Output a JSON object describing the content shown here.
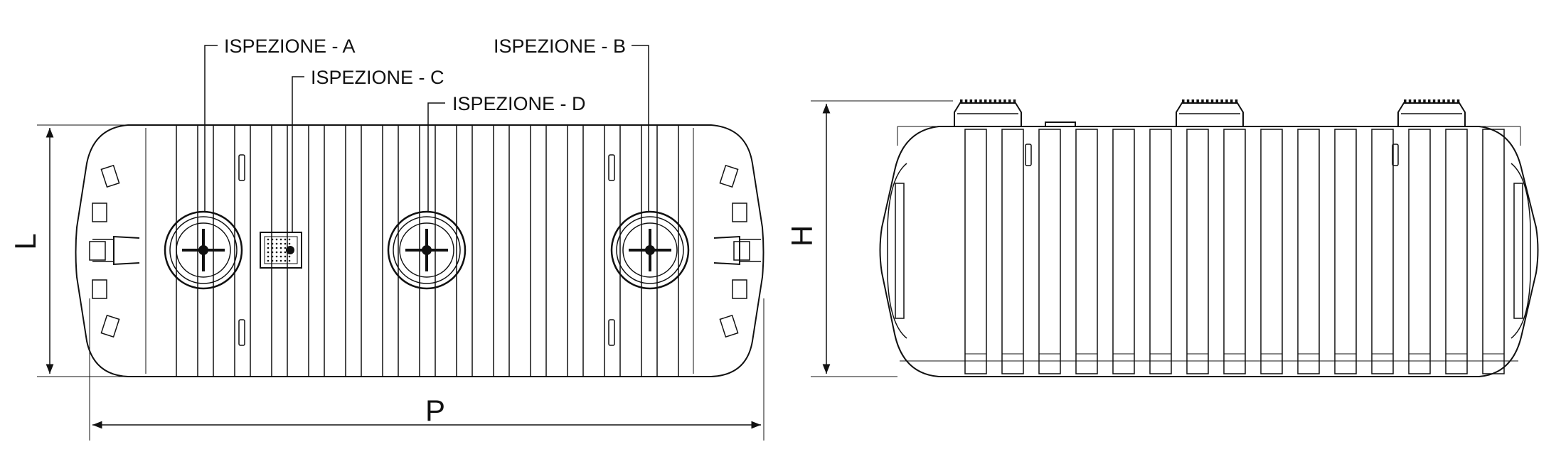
{
  "callouts": {
    "a": "ISPEZIONE - A",
    "b": "ISPEZIONE - B",
    "c": "ISPEZIONE - C",
    "d": "ISPEZIONE - D"
  },
  "dimensions": {
    "length": "P",
    "width": "L",
    "height": "H"
  },
  "colors": {
    "line": "#111111",
    "background": "#ffffff"
  }
}
